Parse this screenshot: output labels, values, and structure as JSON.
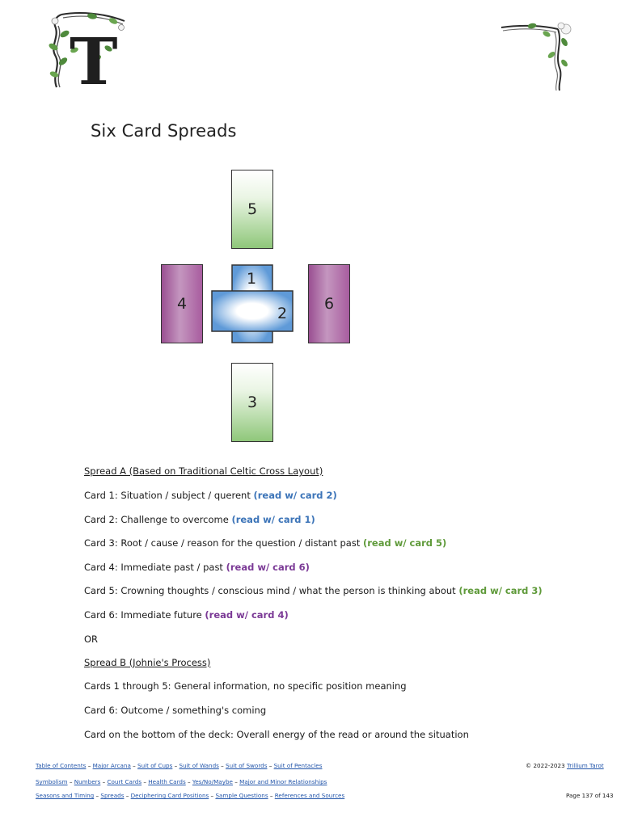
{
  "logo": {
    "letter": "T"
  },
  "page_title": "Six Card Spreads",
  "diagram": {
    "card_numbers": {
      "c1": "1",
      "c2": "2",
      "c3": "3",
      "c4": "4",
      "c5": "5",
      "c6": "6"
    },
    "colors": {
      "green": "#8fc77a",
      "purple": "#a85d9f",
      "blue": "#6fa8e0"
    }
  },
  "spread_a": {
    "heading": "Spread A (Based on Traditional Celtic Cross Layout)",
    "lines": [
      {
        "text": "Card 1: Situation / subject / querent ",
        "note": "(read w/ card 2)",
        "color": "blue"
      },
      {
        "text": "Card 2: Challenge to overcome ",
        "note": "(read w/ card 1)",
        "color": "blue"
      },
      {
        "text": "Card 3: Root / cause / reason for the question / distant past ",
        "note": "(read w/ card 5)",
        "color": "green"
      },
      {
        "text": "Card 4: Immediate past / past ",
        "note": "(read w/ card 6)",
        "color": "purple"
      },
      {
        "text": "Card 5: Crowning thoughts / conscious mind / what the person is thinking about ",
        "note": "(read w/ card 3)",
        "color": "green"
      },
      {
        "text": "Card 6: Immediate future ",
        "note": "(read w/ card 4)",
        "color": "purple"
      }
    ]
  },
  "or_text": "OR",
  "spread_b": {
    "heading": "Spread B (Johnie's Process)",
    "lines": [
      "Cards 1 through 5: General information, no specific position meaning",
      "Card 6: Outcome / something's coming",
      "Card on the bottom of the deck: Overall energy of the read or around the situation"
    ]
  },
  "footer": {
    "sep": " – ",
    "row1": [
      "Table of Contents",
      "Major Arcana",
      "Suit of Cups",
      "Suit of Wands",
      "Suit of Swords",
      "Suit of Pentacles"
    ],
    "row2": [
      "Symbolism",
      "Numbers",
      "Court Cards",
      "Health Cards",
      "Yes/No/Maybe",
      "Major and Minor Relationships"
    ],
    "row3": [
      "Seasons and Timing",
      "Spreads",
      "Deciphering Card Positions",
      "Sample Questions",
      "References and Sources"
    ],
    "copyright_prefix": "© 2022-2023 ",
    "copyright_link": "Trillium Tarot",
    "page_number": "Page 137 of 143"
  }
}
